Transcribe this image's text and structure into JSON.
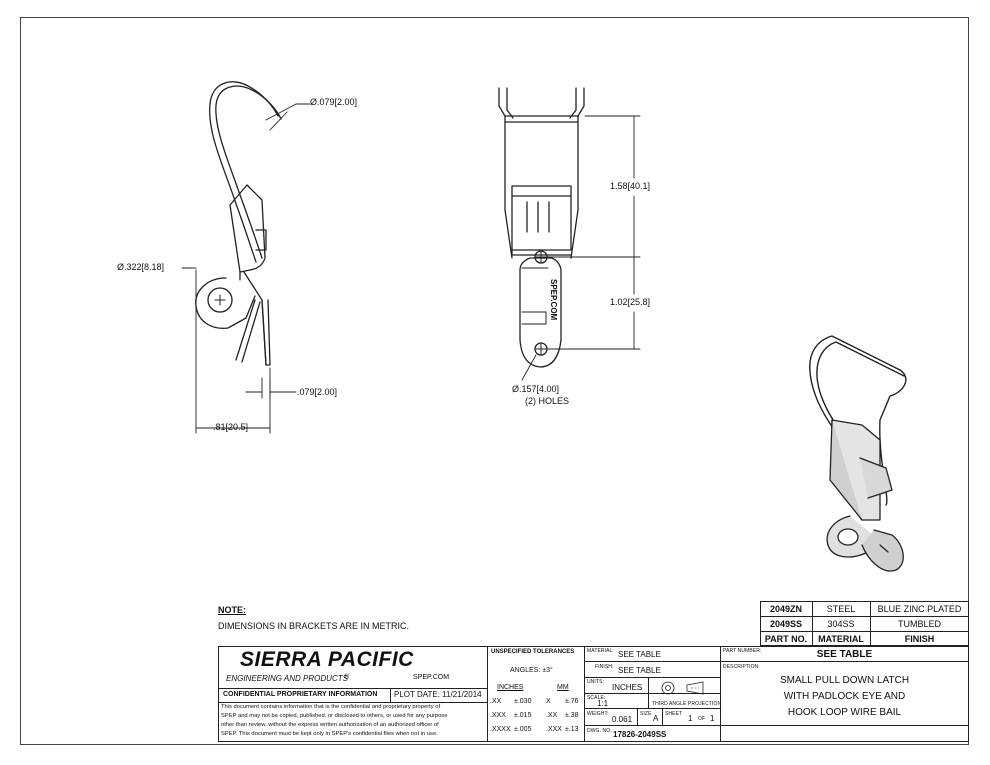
{
  "dimensions": {
    "wire_dia": "Ø.079[2.00]",
    "eye_dia": "Ø.322[8.18]",
    "thickness": ".079[2.00]",
    "depth": ".81[20.5]",
    "height_upper": "1.58[40.1]",
    "height_lower": "1.02[25.8]",
    "hole_dia": "Ø.157[4.00]",
    "hole_count": "(2) HOLES",
    "part_engraving": "SPEP.COM"
  },
  "note": {
    "heading": "NOTE:",
    "text": "DIMENSIONS IN BRACKETS ARE IN METRIC."
  },
  "part_table": {
    "rows": [
      {
        "part": "2049ZN",
        "material": "STEEL",
        "finish": "BLUE ZINC PLATED"
      },
      {
        "part": "2049SS",
        "material": "304SS",
        "finish": "TUMBLED"
      }
    ],
    "header": {
      "part": "PART NO.",
      "material": "MATERIAL",
      "finish": "FINISH"
    }
  },
  "title_block": {
    "company": "SIERRA PACIFIC",
    "company_sub": "ENGINEERING AND PRODUCTS",
    "registered": "®",
    "website": "SPEP.COM",
    "confidential_title": "CONFIDENTIAL PROPRIETARY INFORMATION",
    "plot_date": "PLOT DATE: 11/21/2014",
    "confidential_text": [
      "This document contains information that is the confidential and proprietary property of",
      "SPEP and may not be copied, published, or disclosed to others, or used for any purpose",
      "other than review, without the express written authorization of an authorized officer of",
      "SPEP. This document must be kept only in SPEP's confidential files when not in use."
    ],
    "tolerances": {
      "title": "UNSPECIFIED TOLERANCES",
      "angles": "ANGLES: ±3°",
      "inches_label": "INCHES",
      "mm_label": "MM",
      "rows": [
        {
          "in_k": ".XX",
          "in_v": "±.030",
          "mm_k": "X",
          "mm_v": "±.76"
        },
        {
          "in_k": ".XXX",
          "in_v": "±.015",
          "mm_k": ".XX",
          "mm_v": "±.38"
        },
        {
          "in_k": ".XXXX",
          "in_v": "±.005",
          "mm_k": ".XXX",
          "mm_v": "±.13"
        }
      ]
    },
    "material_label": "MATERIAL:",
    "material_value": "SEE TABLE",
    "finish_label": "FINISH:",
    "finish_value": "SEE TABLE",
    "units_label": "UNITS:",
    "units_value": "INCHES",
    "scale_label": "SCALE:",
    "scale_value": "1:1",
    "projection_label": "THIRD ANGLE PROJECTION",
    "weight_label": "WEIGHT:",
    "weight_value": "0.061",
    "size_label": "SIZE",
    "size_value": "A",
    "sheet_label": "SHEET",
    "sheet_value": "1",
    "of_label": "OF",
    "of_value": "1",
    "dwg_label": "DWG. NO.",
    "dwg_value": "17826-2049SS",
    "partnumber_label": "PART NUMBER:",
    "partnumber_value": "SEE TABLE",
    "description_label": "DESCRIPTION:",
    "description_lines": [
      "SMALL PULL DOWN LATCH",
      "WITH PADLOCK EYE AND",
      "HOOK LOOP WIRE BAIL"
    ]
  }
}
